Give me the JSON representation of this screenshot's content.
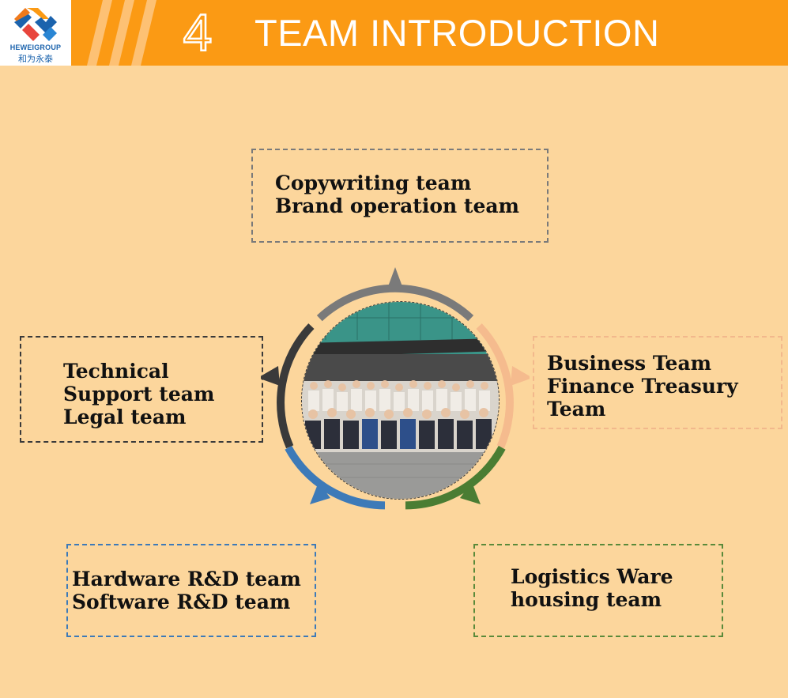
{
  "header": {
    "logo_en": "HEWEIGROUP",
    "logo_cn": "和为永泰",
    "section_number": "4",
    "title": "TEAM INTRODUCTION"
  },
  "colors": {
    "background": "#fcd69c",
    "header_orange": "#fb9a14",
    "ring_gray": "#7a7a7a",
    "ring_peach": "#f5bb8e",
    "ring_green": "#4a7d33",
    "ring_blue": "#3d7ab8",
    "ring_dark": "#3a3a3a"
  },
  "teams": {
    "top": {
      "lines": [
        "Copywriting team",
        "Brand operation team"
      ]
    },
    "left": {
      "lines": [
        "Technical",
        "Support team",
        " Legal team"
      ]
    },
    "right": {
      "lines": [
        "Business Team",
        "Finance  Treasury",
        "  Team"
      ]
    },
    "bottom_left": {
      "lines": [
        "Hardware R&D team",
        " Software R&D team"
      ]
    },
    "bottom_right": {
      "lines": [
        "Logistics Ware",
        "housing team"
      ]
    }
  }
}
